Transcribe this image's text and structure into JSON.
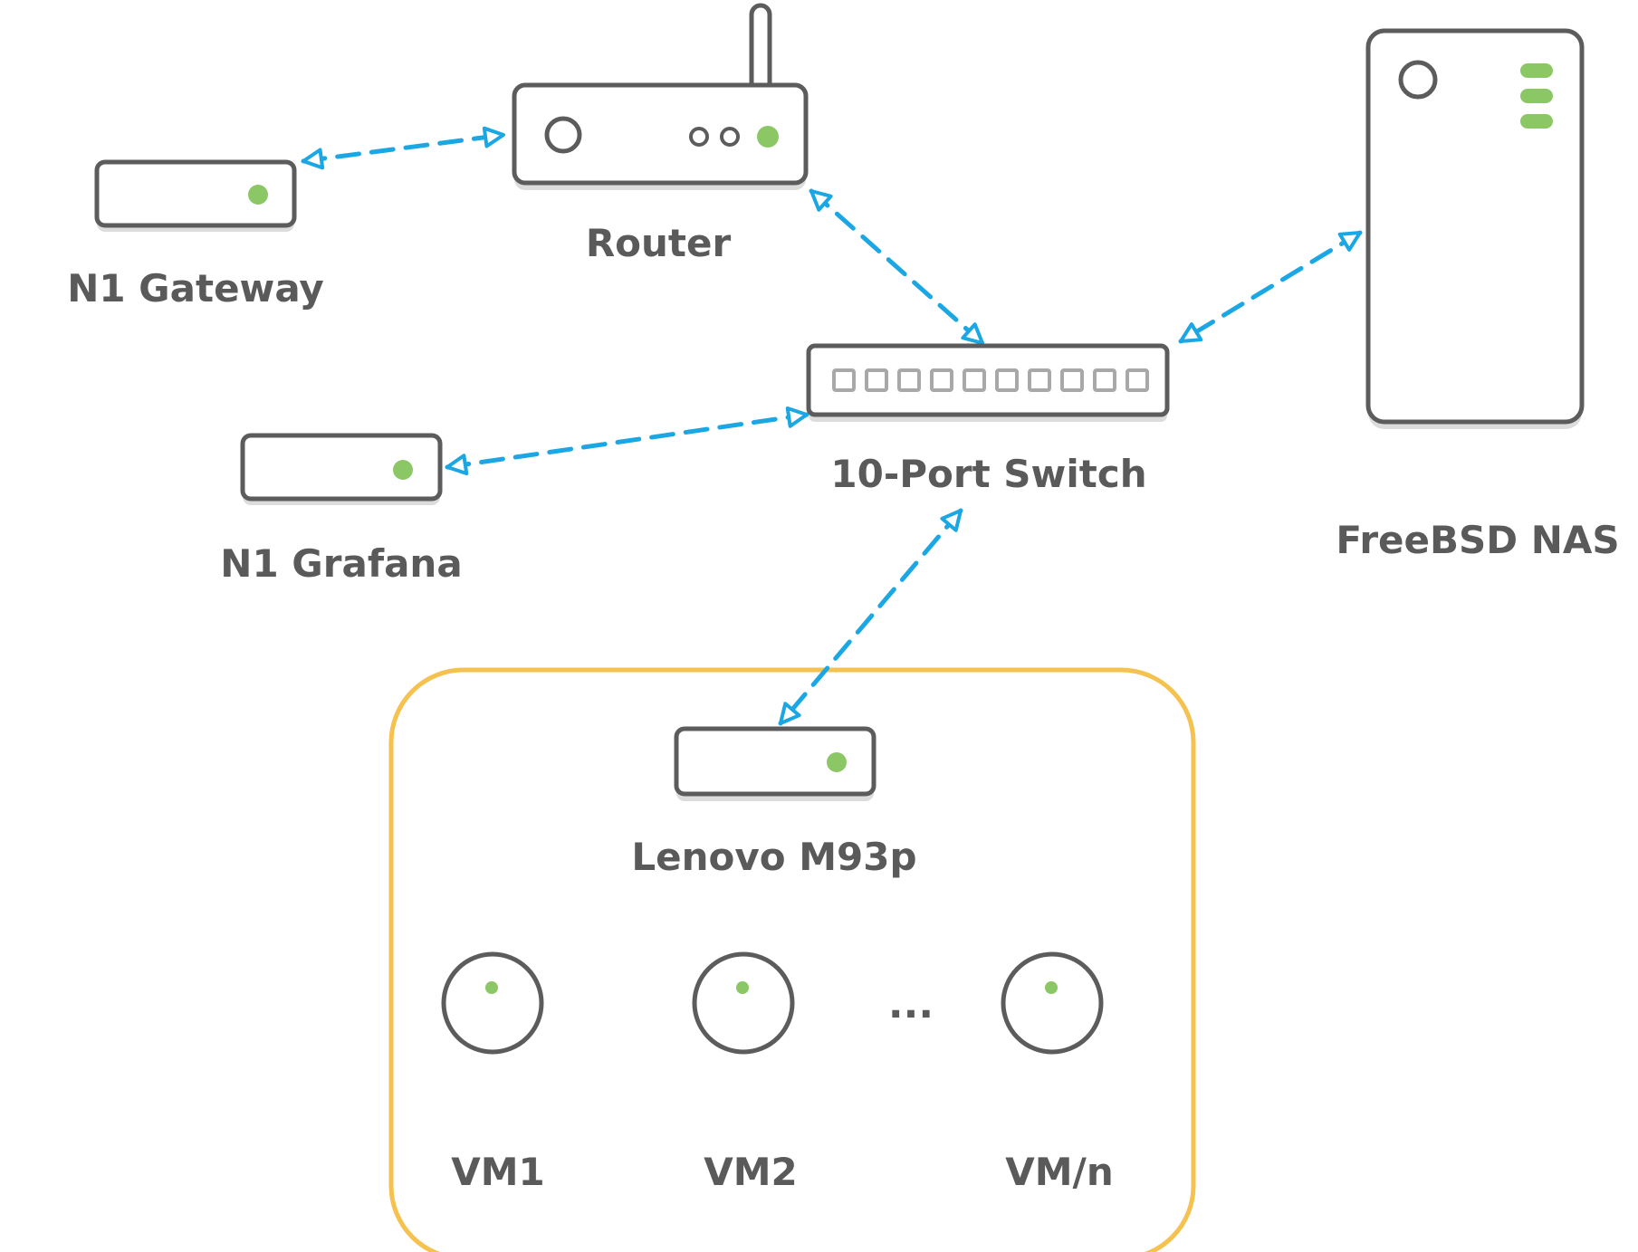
{
  "colors": {
    "device_stroke": "#5c5c5c",
    "device_shadow": "#dcdcdc",
    "led": "#8cc765",
    "link": "#1aa7e4",
    "group_border": "#f5c14f",
    "port_stroke": "#a8a8a8",
    "label": "#5a5a5a"
  },
  "devices": {
    "router": {
      "label": "Router",
      "icon": "router-icon"
    },
    "gateway": {
      "label": "N1 Gateway",
      "icon": "mini-pc-icon"
    },
    "switch": {
      "label": "10-Port Switch",
      "icon": "switch-icon",
      "ports": 10
    },
    "grafana": {
      "label": "N1 Grafana",
      "icon": "mini-pc-icon"
    },
    "nas": {
      "label": "FreeBSD NAS",
      "icon": "tower-server-icon"
    },
    "lenovo": {
      "label": "Lenovo M93p",
      "icon": "mini-pc-icon"
    }
  },
  "vms": [
    {
      "label": "VM1",
      "icon": "vm-icon"
    },
    {
      "label": "VM2",
      "icon": "vm-icon"
    },
    {
      "label": "VM/n",
      "icon": "vm-icon"
    }
  ],
  "ellipsis": "...",
  "links": [
    {
      "from": "gateway",
      "to": "router"
    },
    {
      "from": "router",
      "to": "switch"
    },
    {
      "from": "nas",
      "to": "switch"
    },
    {
      "from": "grafana",
      "to": "switch"
    },
    {
      "from": "switch",
      "to": "lenovo"
    }
  ]
}
